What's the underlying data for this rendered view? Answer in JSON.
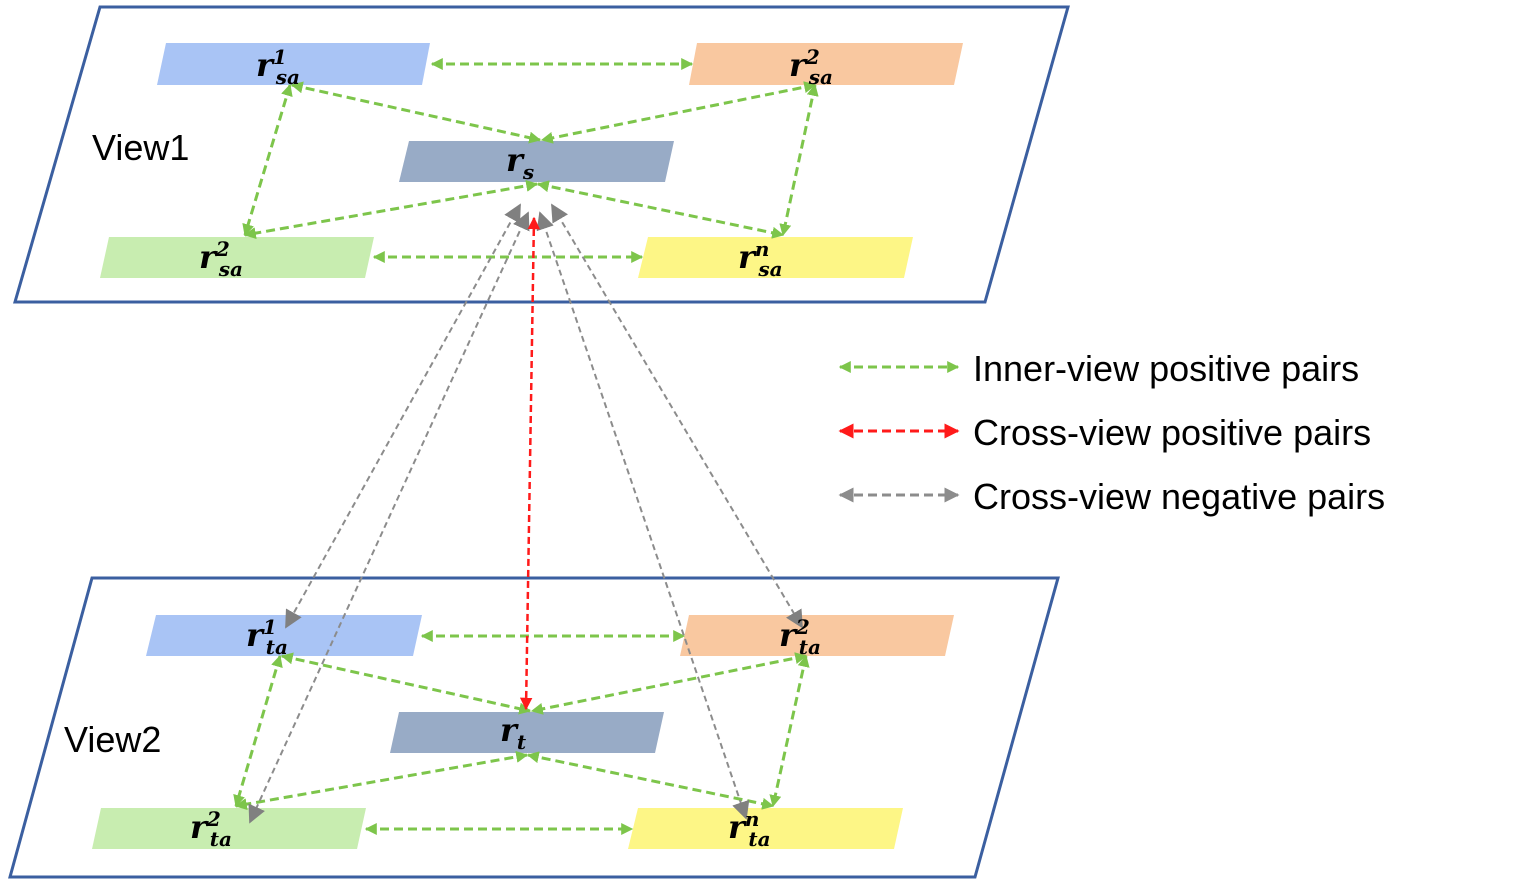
{
  "views": {
    "view1": {
      "label": "View1"
    },
    "view2": {
      "label": "View2"
    }
  },
  "nodes": {
    "v1_top_left": {
      "base": "r",
      "sub": "sa",
      "sup": "1",
      "color": "#a9c4f5"
    },
    "v1_top_right": {
      "base": "r",
      "sub": "sa",
      "sup": "2",
      "color": "#f9c8a0"
    },
    "v1_center": {
      "base": "r",
      "sub": "s",
      "sup": "",
      "color": "#98abc6"
    },
    "v1_bot_left": {
      "base": "r",
      "sub": "sa",
      "sup": "2",
      "color": "#c8edb0"
    },
    "v1_bot_right": {
      "base": "r",
      "sub": "sa",
      "sup": "n",
      "color": "#fdf686"
    },
    "v2_top_left": {
      "base": "r",
      "sub": "ta",
      "sup": "1",
      "color": "#a9c4f5"
    },
    "v2_top_right": {
      "base": "r",
      "sub": "ta",
      "sup": "2",
      "color": "#f9c8a0"
    },
    "v2_center": {
      "base": "r",
      "sub": "t",
      "sup": "",
      "color": "#98abc6"
    },
    "v2_bot_left": {
      "base": "r",
      "sub": "ta",
      "sup": "2",
      "color": "#c8edb0"
    },
    "v2_bot_right": {
      "base": "r",
      "sub": "ta",
      "sup": "n",
      "color": "#fdf686"
    }
  },
  "legend": [
    {
      "text": "Inner-view positive pairs",
      "color": "#7dc54b"
    },
    {
      "text": "Cross-view positive pairs",
      "color": "#ff1a1a"
    },
    {
      "text": "Cross-view negative pairs",
      "color": "#8c8c8c"
    }
  ],
  "colors": {
    "frame": "#3b5fa0",
    "inner_positive": "#7dc54b",
    "cross_positive": "#ff1a1a",
    "cross_negative": "#8c8c8c"
  }
}
